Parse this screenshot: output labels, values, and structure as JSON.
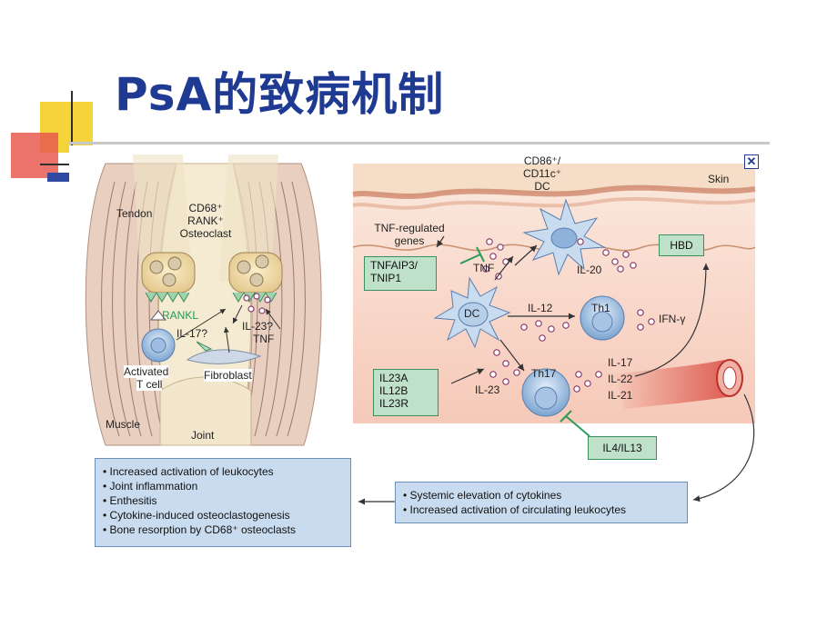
{
  "slide": {
    "title": "PsA的致病机制",
    "colors": {
      "title": "#1f3a93",
      "deco_yellow": "#f5d33a",
      "deco_red": "#e85a4f",
      "deco_blue": "#2f4aa0"
    }
  },
  "figure": {
    "close_icon": "close-icon",
    "joint": {
      "tendon": "Tendon",
      "osteoclast_l1": "CD68⁺",
      "osteoclast_l2": "RANK⁺",
      "osteoclast_l3": "Osteoclast",
      "rankl": "RANKL",
      "il23": "IL-23?",
      "tnf": "TNF",
      "il17": "IL-17?",
      "tcell_l1": "Activated",
      "tcell_l2": "T cell",
      "fibroblast": "Fibroblast",
      "muscle": "Muscle",
      "joint": "Joint"
    },
    "skin": {
      "dc_top_l1": "CD86⁺/",
      "dc_top_l2": "CD11c⁺",
      "dc_top_l3": "DC",
      "skin_label": "Skin",
      "tnf_genes_l1": "TNF-regulated",
      "tnf_genes_l2": "genes",
      "tnfaip3_l1": "TNFAIP3/",
      "tnfaip3_l2": "TNIP1",
      "tnf": "TNF",
      "il20": "IL-20",
      "hbd": "HBD",
      "dc": "DC",
      "il12": "IL-12",
      "th1": "Th1",
      "ifn": "IFN-γ",
      "il23a": "IL23A",
      "il12b": "IL12B",
      "il23r": "IL23R",
      "il23": "IL-23",
      "th17": "Th17",
      "il17": "IL-17",
      "il22": "IL-22",
      "il21": "IL-21",
      "il4": "IL4/IL13"
    },
    "effects_left": [
      "• Increased activation of leukocytes",
      "• Joint inflammation",
      "• Enthesitis",
      "• Cytokine-induced osteoclastogenesis",
      "• Bone resorption by CD68⁺ osteoclasts"
    ],
    "effects_right": [
      "• Systemic elevation of cytokines",
      "• Increased activation of circulating leukocytes"
    ]
  }
}
